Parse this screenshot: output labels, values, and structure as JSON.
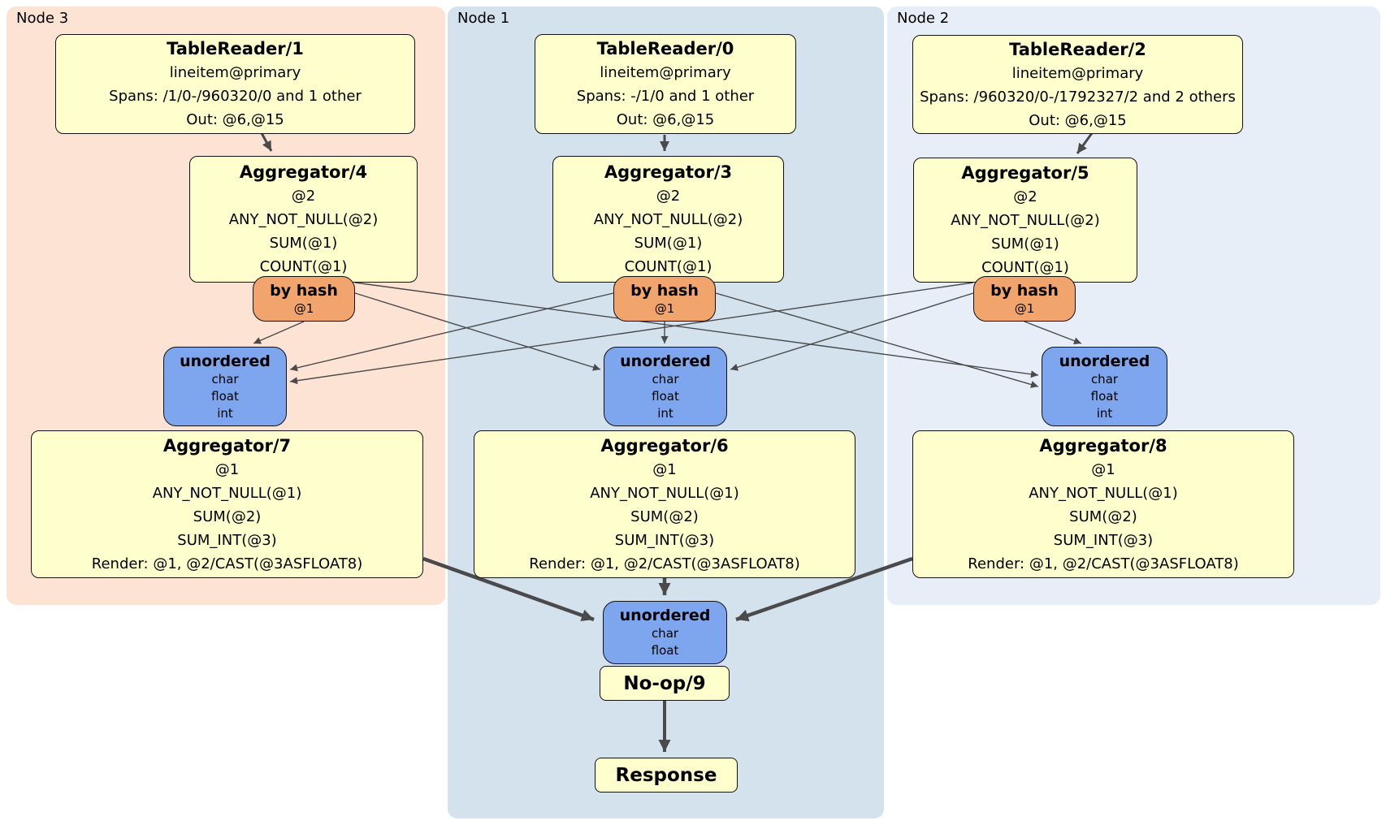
{
  "colors": {
    "panel_node3": "#fce3d4",
    "panel_node1": "#d3e2ec",
    "panel_node2": "#e8eef8",
    "box_yellow": "#ffffce",
    "box_orange": "#f2a46d",
    "box_blue": "#7da6ee",
    "edge_gray": "#4a4a4a"
  },
  "panels": {
    "node3": {
      "label": "Node 3"
    },
    "node1": {
      "label": "Node 1"
    },
    "node2": {
      "label": "Node 2"
    }
  },
  "boxes": {
    "tr1": {
      "title": "TableReader/1",
      "line1": "lineitem@primary",
      "line2": "Spans: /1/0-/960320/0 and 1 other",
      "line3": "Out: @6,@15"
    },
    "tr0": {
      "title": "TableReader/0",
      "line1": "lineitem@primary",
      "line2": "Spans: -/1/0 and 1 other",
      "line3": "Out: @6,@15"
    },
    "tr2": {
      "title": "TableReader/2",
      "line1": "lineitem@primary",
      "line2": "Spans: /960320/0-/1792327/2 and 2 others",
      "line3": "Out: @6,@15"
    },
    "agg4": {
      "title": "Aggregator/4",
      "line1": "@2",
      "line2": "ANY_NOT_NULL(@2)",
      "line3": "SUM(@1)",
      "line4": "COUNT(@1)"
    },
    "agg3": {
      "title": "Aggregator/3",
      "line1": "@2",
      "line2": "ANY_NOT_NULL(@2)",
      "line3": "SUM(@1)",
      "line4": "COUNT(@1)"
    },
    "agg5": {
      "title": "Aggregator/5",
      "line1": "@2",
      "line2": "ANY_NOT_NULL(@2)",
      "line3": "SUM(@1)",
      "line4": "COUNT(@1)"
    },
    "hash3": {
      "title": "by hash",
      "line1": "@1"
    },
    "hash1": {
      "title": "by hash",
      "line1": "@1"
    },
    "hash2": {
      "title": "by hash",
      "line1": "@1"
    },
    "un3": {
      "title": "unordered",
      "line1": "char",
      "line2": "float",
      "line3": "int"
    },
    "un1": {
      "title": "unordered",
      "line1": "char",
      "line2": "float",
      "line3": "int"
    },
    "un2": {
      "title": "unordered",
      "line1": "char",
      "line2": "float",
      "line3": "int"
    },
    "agg7": {
      "title": "Aggregator/7",
      "line1": "@1",
      "line2": "ANY_NOT_NULL(@1)",
      "line3": "SUM(@2)",
      "line4": "SUM_INT(@3)",
      "line5": "Render: @1, @2/CAST(@3ASFLOAT8)"
    },
    "agg6": {
      "title": "Aggregator/6",
      "line1": "@1",
      "line2": "ANY_NOT_NULL(@1)",
      "line3": "SUM(@2)",
      "line4": "SUM_INT(@3)",
      "line5": "Render: @1, @2/CAST(@3ASFLOAT8)"
    },
    "agg8": {
      "title": "Aggregator/8",
      "line1": "@1",
      "line2": "ANY_NOT_NULL(@1)",
      "line3": "SUM(@2)",
      "line4": "SUM_INT(@3)",
      "line5": "Render: @1, @2/CAST(@3ASFLOAT8)"
    },
    "unf": {
      "title": "unordered",
      "line1": "char",
      "line2": "float"
    },
    "noop": {
      "title": "No-op/9"
    },
    "response": {
      "title": "Response"
    }
  }
}
